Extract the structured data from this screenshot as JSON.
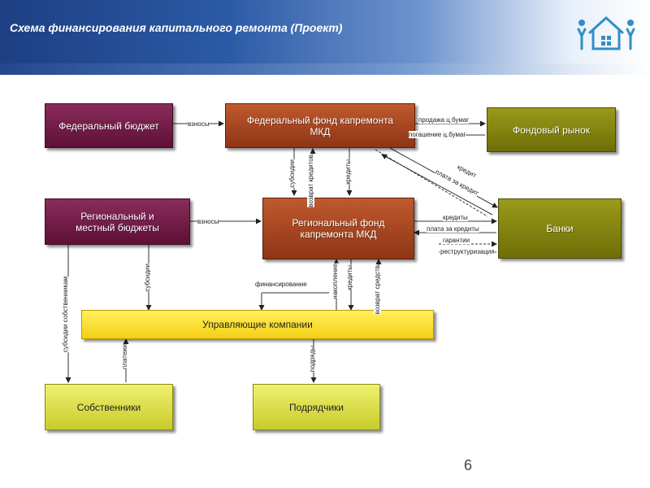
{
  "header": {
    "title": "Схема финансирования капитального ремонта (Проект)"
  },
  "boxes": {
    "federal_budget": "Федеральный бюджет",
    "federal_fund": "Федеральный фонд капремонта МКД",
    "stock_market": "Фондовый рынок",
    "regional_budgets": "Региональный и местный бюджеты",
    "regional_fund": "Региональный фонд капремонта МКД",
    "banks": "Банки",
    "management_companies": "Управляющие компании",
    "owners": "Собственники",
    "contractors": "Подрядчики"
  },
  "labels": {
    "contributions_federal": "взносы",
    "sale_securities": "продажа ц.бумаг",
    "redemption_securities": "погашение ц.бумаг",
    "contributions_regional": "взносы",
    "subsidies_federal": "субсидии",
    "return_loans_federal": "возврат кредитов",
    "loans_federal": "кредиты",
    "loans_issue": "кредит",
    "loan_repayment": "плата за кредит",
    "credits": "кредиты",
    "credit_payment": "плата за кредиты",
    "guarantees": "гарантии",
    "restructuring": "реструктуризация",
    "financing": "финансирование",
    "subsidies_regional": "субсидии",
    "subsidies_owners": "субсидии собственникам",
    "payments": "платежи",
    "works": "подряды",
    "accumulation": "накопление",
    "loans_regional": "кредиты",
    "return_regional": "возврат средств"
  },
  "page": {
    "number": "6"
  },
  "colors": {
    "header_dark": "#1d3f83",
    "maroon": "#5e1036",
    "brown": "#8e3516",
    "olive": "#6e6e08",
    "yellow": "#f5cf16",
    "lime": "#c9cc2a",
    "logo": "#2f8fc8"
  },
  "icons": {
    "logo": "house-people-logo-icon"
  }
}
